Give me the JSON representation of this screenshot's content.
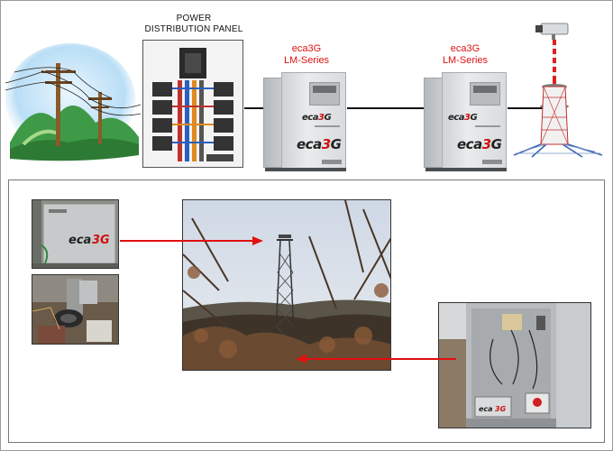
{
  "labels": {
    "power_panel": [
      "POWER",
      "DISTRIBUTION PANEL"
    ],
    "device_1": [
      "eca3G",
      "LM-Series"
    ],
    "device_2": [
      "eca3G",
      "LM-Series"
    ]
  },
  "brand": {
    "prefix": "eca",
    "highlight": "3",
    "suffix": "G"
  },
  "colors": {
    "label_red": "#e01010",
    "arrow_red": "#e01010",
    "line": "#111111"
  }
}
